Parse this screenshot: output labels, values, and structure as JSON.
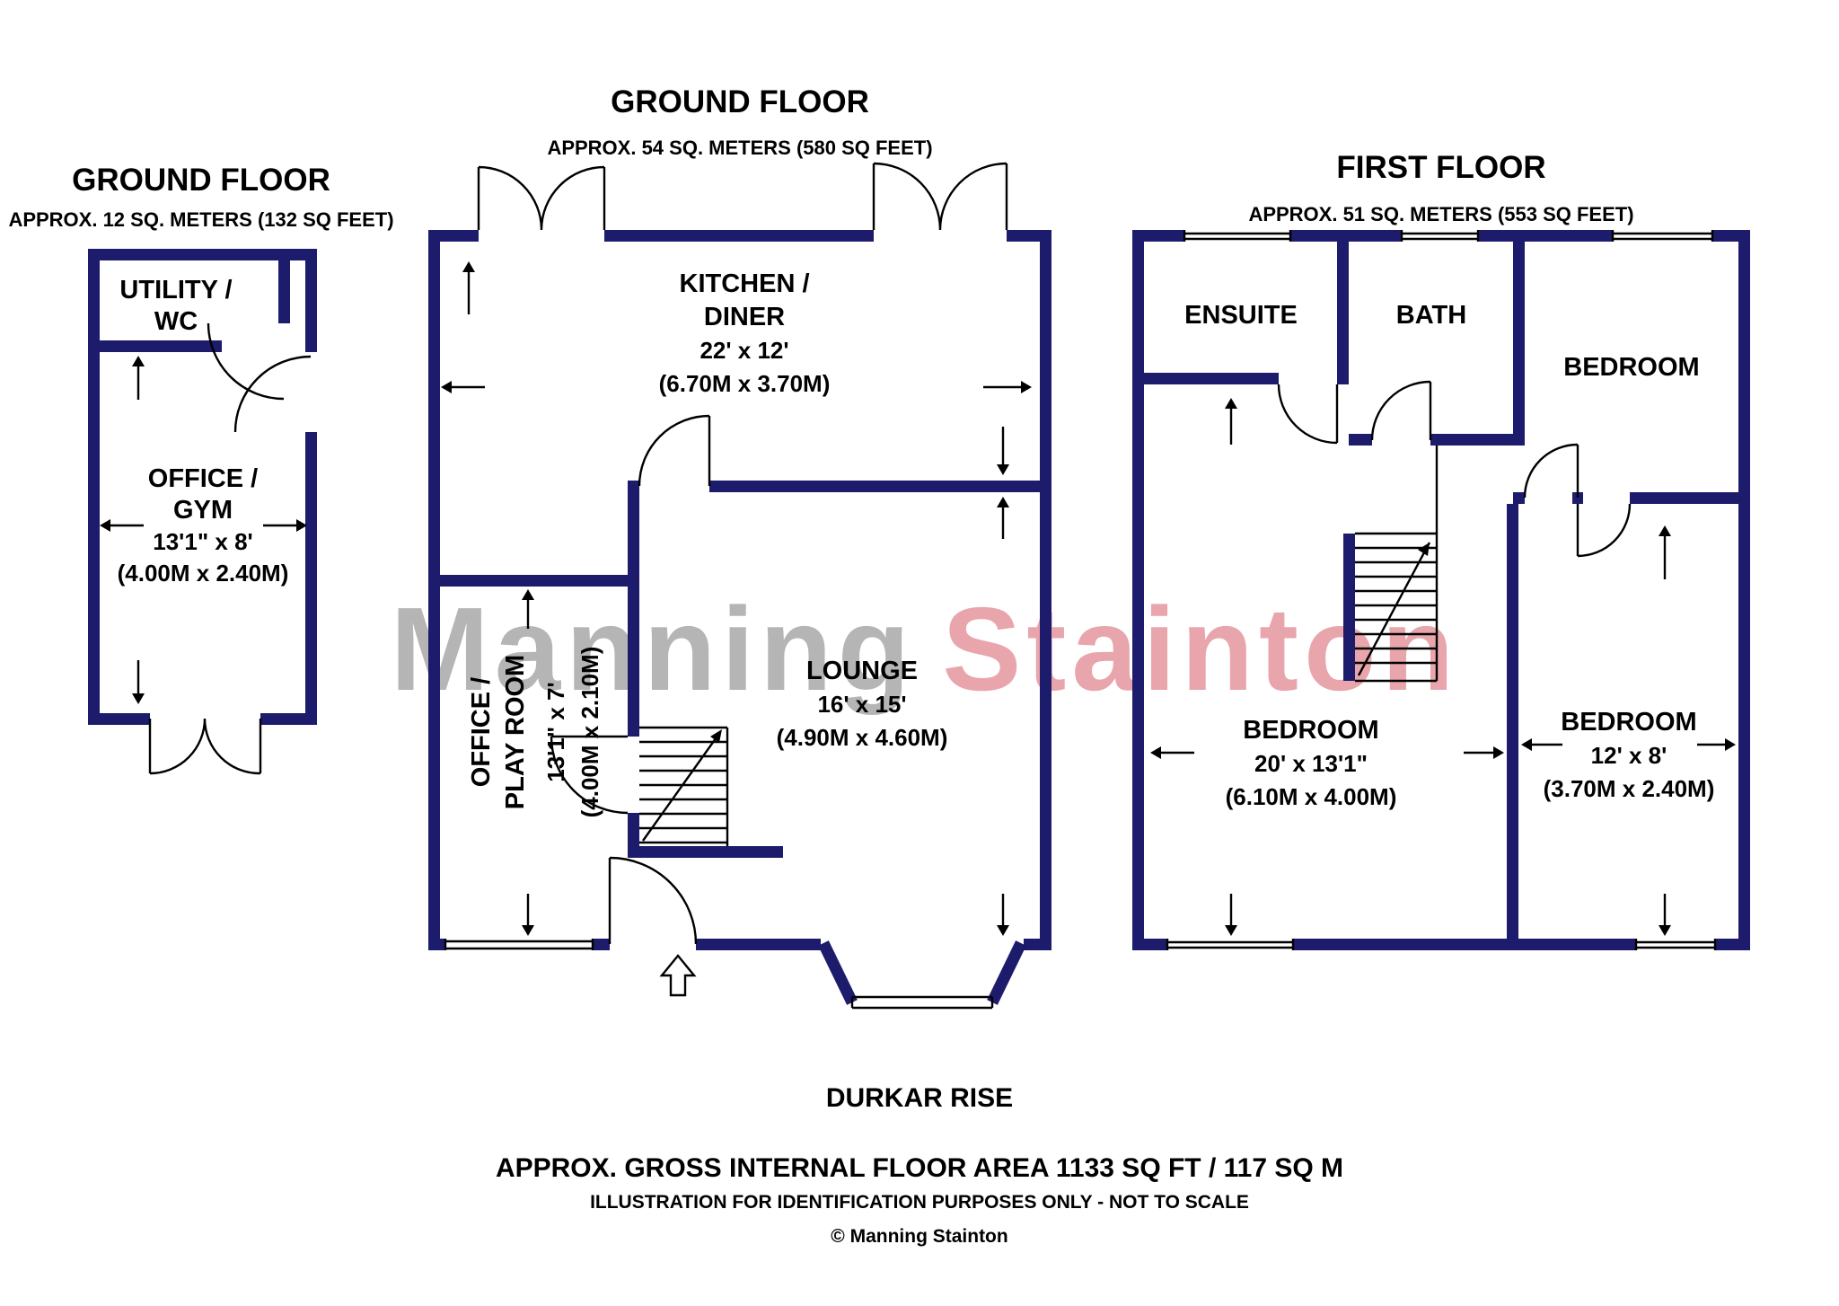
{
  "colors": {
    "wall": "#1d1b6b",
    "label": "#000000",
    "watermark_gray": "#b5b5b5",
    "watermark_pink": "#e9a5ac",
    "background": "#ffffff"
  },
  "watermark": {
    "word1": "Manning",
    "word2": "Stainton"
  },
  "plans": {
    "outbuilding": {
      "title": "GROUND FLOOR",
      "subtitle": "APPROX. 12 SQ. METERS (132 SQ FEET)",
      "utility": {
        "line1": "UTILITY /",
        "line2": "WC"
      },
      "office": {
        "line1": "OFFICE /",
        "line2": "GYM",
        "dim_imperial": "13'1\" x 8'",
        "dim_metric": "(4.00M x 2.40M)"
      }
    },
    "ground": {
      "title": "GROUND FLOOR",
      "subtitle": "APPROX. 54 SQ. METERS (580 SQ FEET)",
      "kitchen": {
        "line1": "KITCHEN /",
        "line2": "DINER",
        "dim_imperial": "22' x 12'",
        "dim_metric": "(6.70M x 3.70M)"
      },
      "lounge": {
        "name": "LOUNGE",
        "dim_imperial": "16' x 15'",
        "dim_metric": "(4.90M x 4.60M)"
      },
      "office": {
        "line1": "OFFICE /",
        "line2": "PLAY ROOM",
        "dim_imperial": "13'1\" x 7'",
        "dim_metric": "(4.00M x 2.10M)"
      }
    },
    "first": {
      "title": "FIRST FLOOR",
      "subtitle": "APPROX. 51 SQ. METERS (553 SQ FEET)",
      "ensuite": {
        "name": "ENSUITE"
      },
      "bath": {
        "name": "BATH"
      },
      "bedroom_rear": {
        "name": "BEDROOM"
      },
      "bedroom_main": {
        "name": "BEDROOM",
        "dim_imperial": "20' x 13'1\"",
        "dim_metric": "(6.10M x 4.00M)"
      },
      "bedroom_front": {
        "name": "BEDROOM",
        "dim_imperial": "12' x 8'",
        "dim_metric": "(3.70M x 2.40M)"
      }
    }
  },
  "footer": {
    "address": "DURKAR RISE",
    "area_summary": "APPROX. GROSS INTERNAL FLOOR AREA 1133 SQ FT / 117 SQ M",
    "disclaimer": "ILLUSTRATION FOR IDENTIFICATION PURPOSES ONLY - NOT TO SCALE",
    "copyright": "© Manning Stainton"
  }
}
